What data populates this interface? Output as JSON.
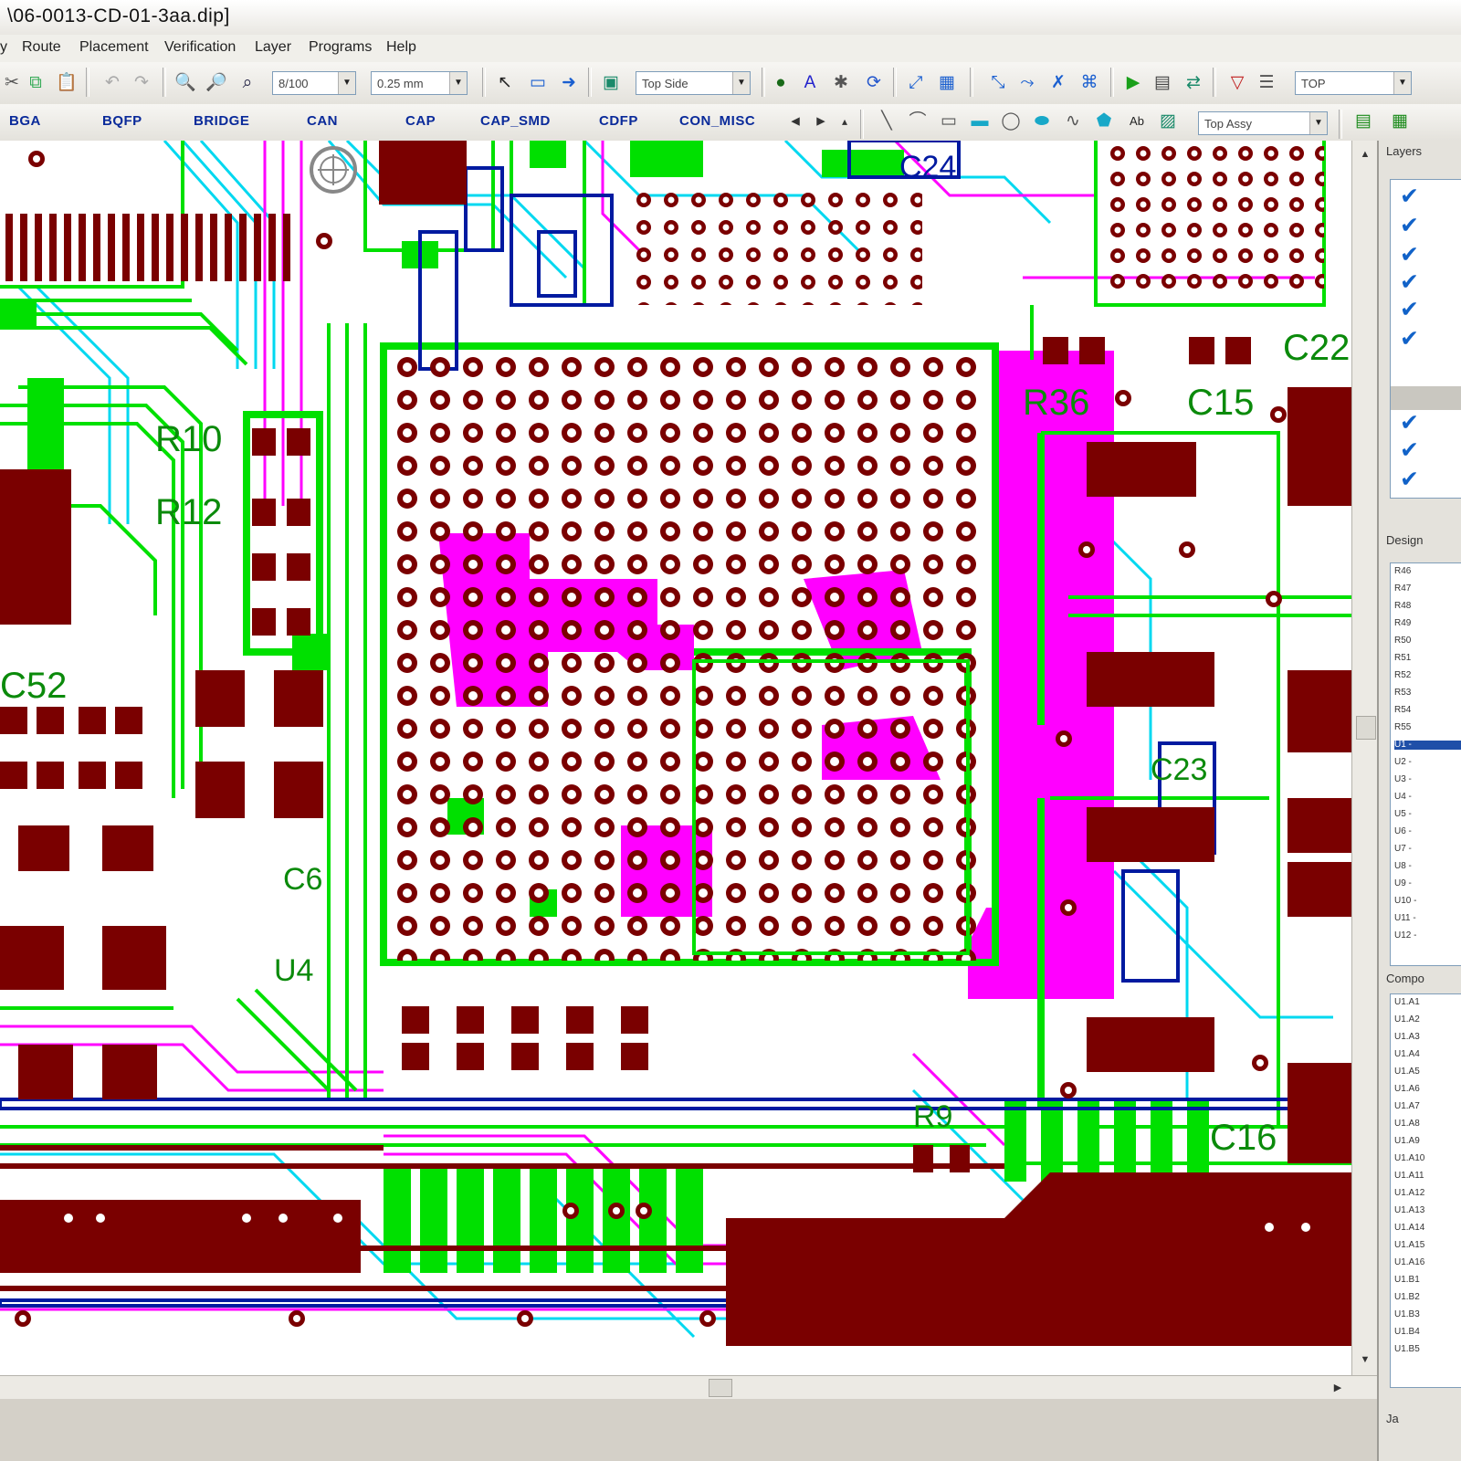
{
  "window": {
    "title": "\\06-0013-CD-01-3aa.dip]"
  },
  "menu": [
    "Route",
    "Placement",
    "Verification",
    "Layer",
    "Programs",
    "Help"
  ],
  "toolbar": {
    "grid_combo": "8/100",
    "width_combo": "0.25 mm",
    "side_combo": "Top Side",
    "layer_combo": "TOP",
    "assy_combo": "Top Assy"
  },
  "library_tabs": [
    "BGA",
    "BQFP",
    "BRIDGE",
    "CAN",
    "CAP",
    "CAP_SMD",
    "CDFP",
    "CON_MISC"
  ],
  "board_labels": [
    {
      "id": "r36",
      "text": "R36"
    },
    {
      "id": "c15",
      "text": "C15"
    },
    {
      "id": "c22",
      "text": "C22"
    },
    {
      "id": "c16",
      "text": "C16"
    },
    {
      "id": "r9",
      "text": "R9"
    },
    {
      "id": "r10",
      "text": "R10"
    },
    {
      "id": "r12",
      "text": "R12"
    },
    {
      "id": "c52",
      "text": "C52"
    },
    {
      "id": "c23",
      "text": "C23"
    },
    {
      "id": "c6",
      "text": "C6"
    },
    {
      "id": "u4",
      "text": "U4"
    },
    {
      "id": "c24",
      "text": "C24"
    }
  ],
  "right_panel": {
    "layers_header": "Layers",
    "design_header": "Design",
    "components_header": "Compo",
    "design_items": [
      "R46",
      "R47",
      "R48",
      "R49",
      "R50",
      "R51",
      "R52",
      "R53",
      "R54",
      "R55",
      "U1 -",
      "U2 -",
      "U3 -",
      "U4 -",
      "U5 -",
      "U6 -",
      "U7 -",
      "U8 -",
      "U9 -",
      "U10 -",
      "U11 -",
      "U12 -"
    ],
    "component_items": [
      "U1.A1",
      "U1.A2",
      "U1.A3",
      "U1.A4",
      "U1.A5",
      "U1.A6",
      "U1.A7",
      "U1.A8",
      "U1.A9",
      "U1.A10",
      "U1.A11",
      "U1.A12",
      "U1.A13",
      "U1.A14",
      "U1.A15",
      "U1.A16",
      "U1.B1",
      "U1.B2",
      "U1.B3",
      "U1.B4",
      "U1.B5"
    ],
    "design_selected_index": 10
  },
  "status": {
    "text": "Ja"
  },
  "colors": {
    "copper_top": "#7a0000",
    "copper_inner": "#00e000",
    "copper_power": "#ff00ff",
    "silk_blue": "#001aa0",
    "trace_cyan": "#00d8f0"
  }
}
